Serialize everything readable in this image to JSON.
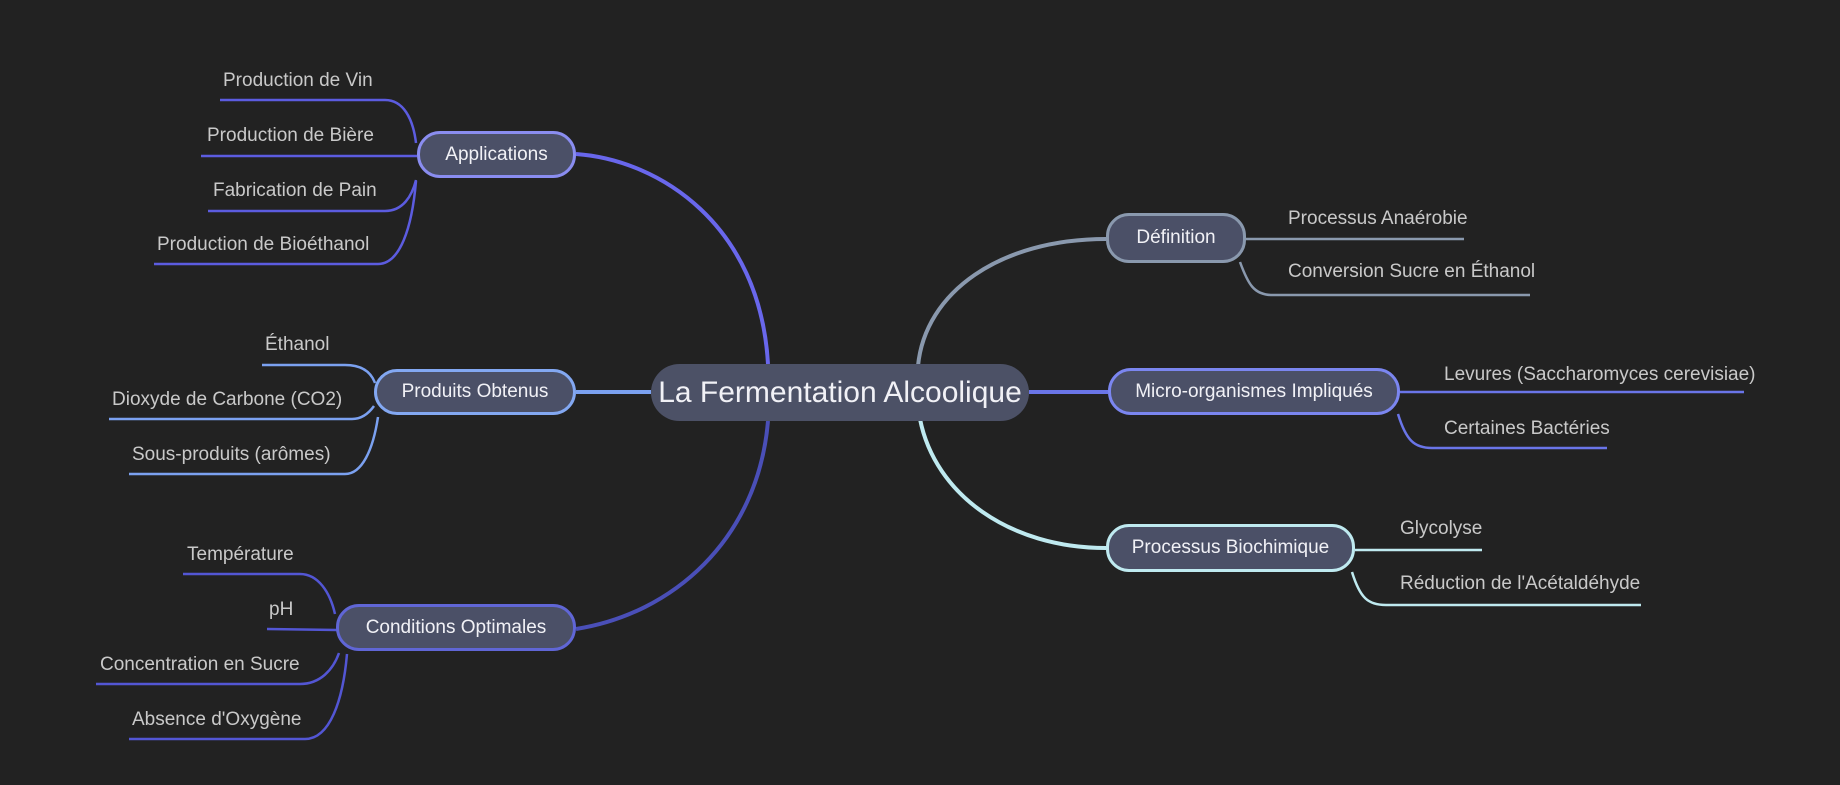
{
  "root": {
    "label": "La Fermentation Alcoolique"
  },
  "branches": [
    {
      "label": "Applications",
      "children": [
        "Production de Vin",
        "Production de Bière",
        "Fabrication de Pain",
        "Production de Bioéthanol"
      ]
    },
    {
      "label": "Produits Obtenus",
      "children": [
        "Éthanol",
        "Dioxyde de Carbone (CO2)",
        "Sous-produits (arômes)"
      ]
    },
    {
      "label": "Conditions Optimales",
      "children": [
        "Température",
        "pH",
        "Concentration en Sucre",
        "Absence d'Oxygène"
      ]
    },
    {
      "label": "Définition",
      "children": [
        "Processus Anaérobie",
        "Conversion Sucre en Éthanol"
      ]
    },
    {
      "label": "Micro-organismes Impliqués",
      "children": [
        "Levures (Saccharomyces cerevisiae)",
        "Certaines Bactéries"
      ]
    },
    {
      "label": "Processus Biochimique",
      "children": [
        "Glycolyse",
        "Réduction de l'Acétaldéhyde"
      ]
    }
  ],
  "palette": {
    "background": "#222222",
    "node-fill": "#4b5067",
    "central-fill": "#4c5166",
    "node-text": "#f1f1f6",
    "leaf-text": "#c9c9c9",
    "accent-applications-border": "#8a8df0",
    "accent-applications-leaf": "#5c5ce0",
    "accent-applications-curve": "#6967ec",
    "accent-produits": "#7ba1f0",
    "accent-produits-border": "#83a8f2",
    "accent-conditions-border": "#6066d6",
    "accent-conditions-leaf": "#5356d4",
    "accent-conditions-curve": "#4a4fb8",
    "accent-definition": "#8a99ae",
    "accent-micro-border": "#7b86f0",
    "accent-micro-leaf": "#6a75e8",
    "accent-processus": "#bfeaf0"
  }
}
